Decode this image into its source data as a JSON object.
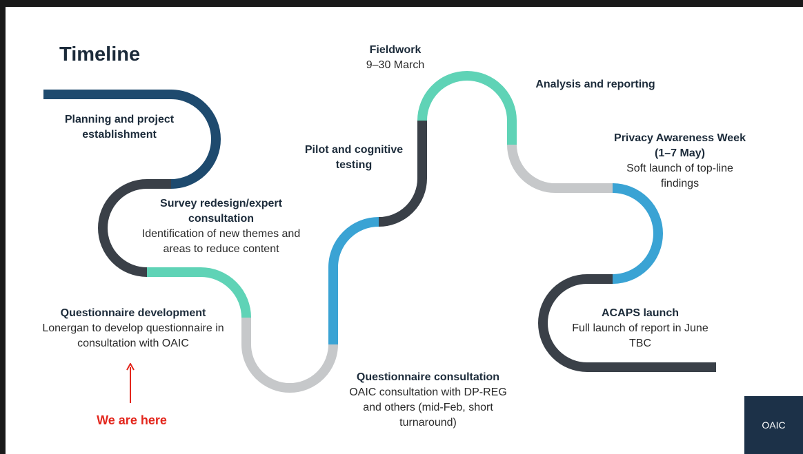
{
  "title": "Timeline",
  "steps": [
    {
      "title": "Planning and project establishment",
      "subtitle": ""
    },
    {
      "title": "Survey redesign/expert consultation",
      "subtitle": "Identification of new themes and areas to reduce content"
    },
    {
      "title": "Questionnaire development",
      "subtitle": "Lonergan to develop questionnaire in consultation with OAIC"
    },
    {
      "title": "Questionnaire consultation",
      "subtitle": "OAIC consultation with DP-REG and others (mid-Feb, short turnaround)"
    },
    {
      "title": "Pilot and cognitive testing",
      "subtitle": ""
    },
    {
      "title": "Fieldwork",
      "subtitle": "9–30 March"
    },
    {
      "title": "Analysis and reporting",
      "subtitle": ""
    },
    {
      "title": "Privacy Awareness Week (1–7 May)",
      "subtitle": "Soft launch of top-line findings"
    },
    {
      "title": "ACAPS launch",
      "subtitle": "Full launch of report in June TBC"
    }
  ],
  "current_marker": "We are here",
  "brand": "OAIC",
  "colors": {
    "navy": "#1e4a6e",
    "charcoal": "#3a4048",
    "teal": "#5fd3b6",
    "grey": "#c6c8ca",
    "blue": "#3aa3d4",
    "marker_red": "#e3261c"
  }
}
